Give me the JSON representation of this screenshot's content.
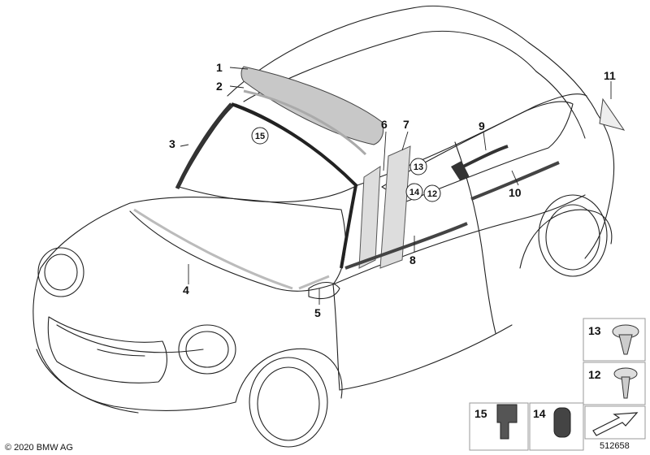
{
  "copyright": "© 2020 BMW AG",
  "diagram_number": "512658",
  "callouts": [
    "1",
    "2",
    "3",
    "4",
    "5",
    "6",
    "7",
    "8",
    "9",
    "10",
    "11",
    "12",
    "13",
    "14",
    "15"
  ],
  "circled_callouts": [
    "15",
    "13",
    "14",
    "12"
  ],
  "legend": [
    {
      "id": "13",
      "label": "13"
    },
    {
      "id": "12",
      "label": "12"
    },
    {
      "id": "15",
      "label": "15"
    },
    {
      "id": "14",
      "label": "14"
    }
  ]
}
